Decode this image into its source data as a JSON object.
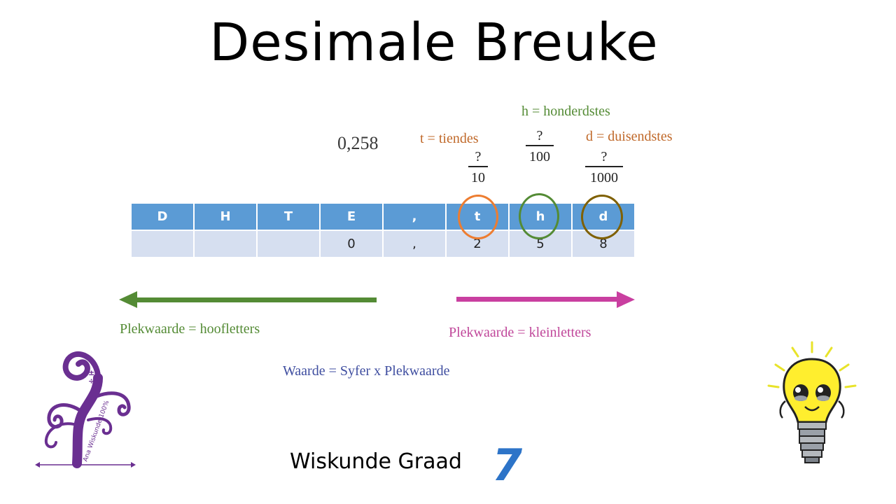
{
  "title": "Desimale Breuke",
  "number": "0,258",
  "labels": {
    "t": "t = tiendes",
    "h": "h = honderdstes",
    "d": "d = duisendstes"
  },
  "fractions": [
    {
      "num": "?",
      "den": "10"
    },
    {
      "num": "?",
      "den": "100"
    },
    {
      "num": "?",
      "den": "1000"
    }
  ],
  "table": {
    "headers": [
      "D",
      "H",
      "T",
      "E",
      ",",
      "t",
      "h",
      "d"
    ],
    "values": [
      "",
      "",
      "",
      "0",
      ",",
      "2",
      "5",
      "8"
    ]
  },
  "arrows": {
    "left_label": "Plekwaarde = hoofletters",
    "right_label": "Plekwaarde = kleinletters",
    "left_color": "#548b35",
    "right_color": "#c93fa0"
  },
  "formula": "Waarde = Syfer x Plekwaarde",
  "footer": {
    "text": "Wiskunde Graad",
    "grade": "7"
  },
  "logo": {
    "text": "Ana Wiskunde 100%",
    "color": "#6a2f91"
  },
  "circle_colors": {
    "t": "#ed7d31",
    "h": "#548b35",
    "d": "#7f6000"
  }
}
